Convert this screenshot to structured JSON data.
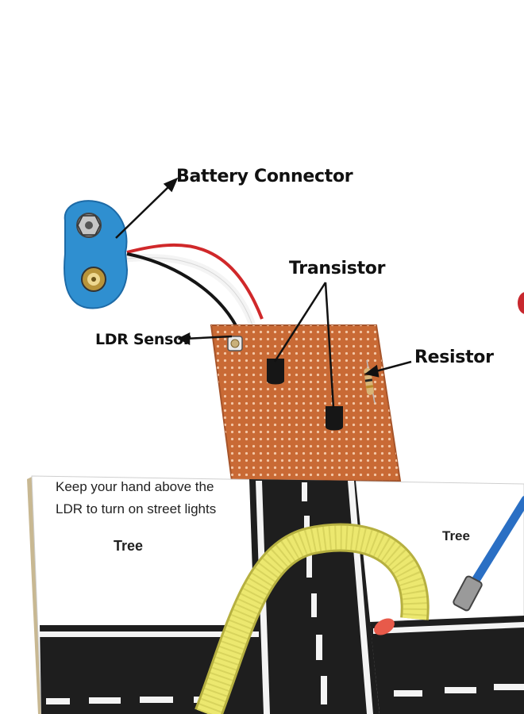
{
  "labels": {
    "battery_connector": "Battery Connector",
    "transistor": "Transistor",
    "resistor": "Resistor",
    "ldr_sensor": "LDR Sensor"
  },
  "board": {
    "instruction_line1": "Keep your hand above the",
    "instruction_line2": "LDR to turn on street lights",
    "tree_left": "Tree",
    "tree_right": "Tree"
  },
  "colors": {
    "pcb": "#c96a35",
    "battery_clip": "#2f8fd0",
    "road": "#1e1e1e",
    "wire_red": "#d0282a",
    "straw": "#e3e07a",
    "pole": "#2a6fc4"
  }
}
